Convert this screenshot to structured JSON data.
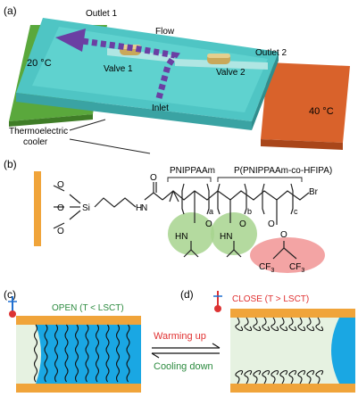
{
  "panels": {
    "a": {
      "label": "(a)",
      "outlet1": "Outlet 1",
      "outlet2": "Outlet 2",
      "flow": "Flow",
      "valve1": "Valve 1",
      "valve2": "Valve 2",
      "inlet": "Inlet",
      "temp_left": "20 °C",
      "temp_right": "40 °C",
      "cooler_line1": "Thermoelectric",
      "cooler_line2": "cooler"
    },
    "b": {
      "label": "(b)",
      "block1": "PNIPPAAm",
      "block2": "P(PNIPPAAm-co-HFIPA)",
      "si": "Si",
      "o1": "O",
      "o2": "O",
      "o3": "O",
      "nh": "H",
      "n": "N",
      "c_o": "O",
      "sub_a": "a",
      "sub_b": "b",
      "sub_c": "c",
      "br": "Br",
      "o_a": "O",
      "o_b": "O",
      "o_c": "O",
      "hn_a": "HN",
      "hn_b": "HN",
      "o_ester": "O",
      "cf3_left": "CF",
      "cf3_right": "CF",
      "cf3_sub": "3"
    },
    "c": {
      "label": "(c)",
      "state": "OPEN (T < LSCT)"
    },
    "d": {
      "label": "(d)",
      "state": "CLOSE (T > LSCT)"
    },
    "arrows": {
      "warming": "Warming up",
      "cooling": "Cooling down"
    }
  },
  "colors": {
    "green_stage": "#5aa83c",
    "orange_stage": "#d9622b",
    "chip": "#4fc5c4",
    "flow_arrow": "#6b3fa3",
    "orange_bar": "#f0a43a",
    "blue_fluid": "#1aa7e3",
    "pale_green": "#e6f2e1",
    "green_ellipse": "#a7d48e",
    "red_ellipse": "#f29a9a",
    "red_text": "#e03030",
    "green_text": "#2b8a3e"
  }
}
